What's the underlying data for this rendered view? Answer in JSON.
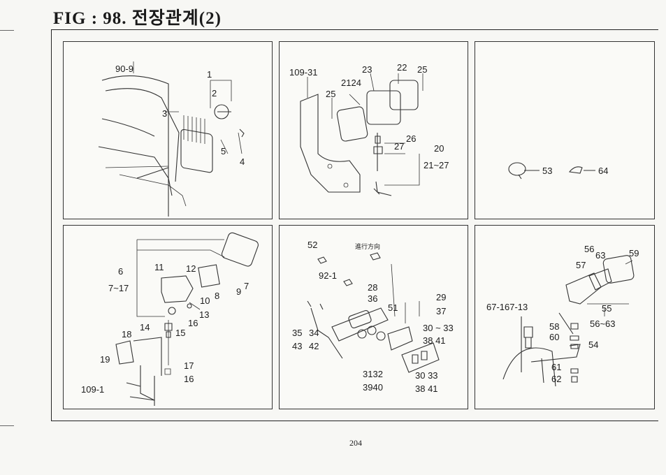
{
  "figure": {
    "title": "FIG : 98. 전장관계(2)",
    "page_number": "204"
  },
  "panels": [
    {
      "labels": [
        "90-9",
        "1",
        "2",
        "3",
        "5",
        "4"
      ]
    },
    {
      "labels": [
        "109-31",
        "25",
        "2124",
        "23",
        "22",
        "25",
        "26",
        "27",
        "20",
        "21~27"
      ]
    },
    {
      "labels": [
        "53",
        "64"
      ]
    },
    {
      "labels": [
        "11",
        "12",
        "6",
        "7~17",
        "10",
        "8",
        "9",
        "7",
        "13",
        "16",
        "14",
        "15",
        "18",
        "19",
        "17",
        "16",
        "109-1"
      ]
    },
    {
      "labels": [
        "52",
        "進行方向",
        "92-1",
        "28",
        "36",
        "51",
        "29",
        "37",
        "35",
        "34",
        "30 ~ 33",
        "43",
        "42",
        "38   41",
        "3132",
        "3940",
        "30   33",
        "38   41"
      ]
    },
    {
      "labels": [
        "56",
        "63",
        "59",
        "57",
        "67-167-13",
        "55",
        "56~63",
        "58",
        "60",
        "54",
        "61",
        "62"
      ]
    }
  ]
}
